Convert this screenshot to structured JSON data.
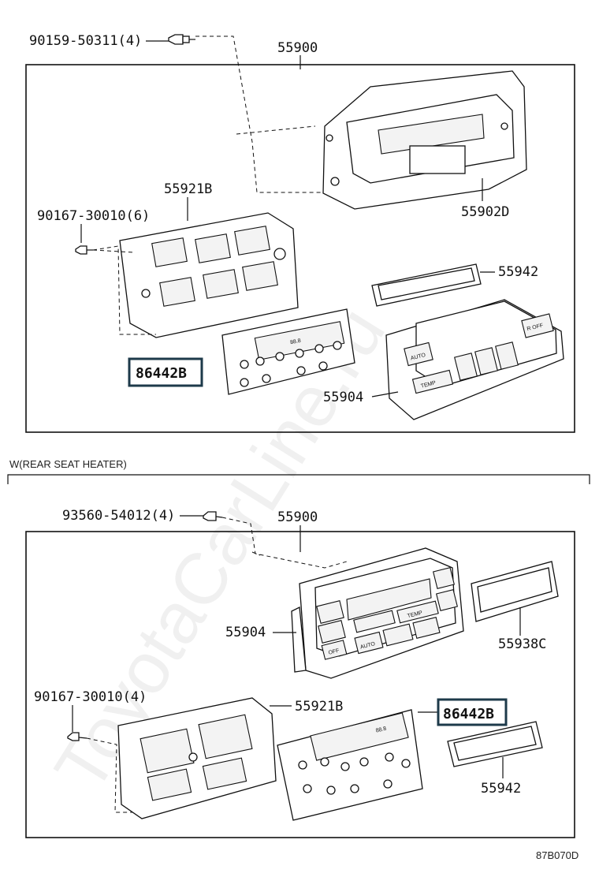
{
  "watermark": "ToyotaCarLine.ru",
  "section_label": "W(REAR SEAT HEATER)",
  "diagram_code": "87B070D",
  "top": {
    "bolt": "90159-50311(4)",
    "assembly": "55900",
    "housing": "55902D",
    "bracket": "55921B",
    "screw": "90167-30010(6)",
    "lens": "55942",
    "board": "86442B",
    "panel": "55904"
  },
  "bottom": {
    "bolt": "93560-54012(4)",
    "assembly": "55900",
    "panel": "55904",
    "lens_c": "55938C",
    "screw": "90167-30010(4)",
    "bracket": "55921B",
    "board": "86442B",
    "lens": "55942"
  },
  "panel_text": {
    "auto": "AUTO",
    "temp": "TEMP",
    "off": "OFF",
    "roff": "R OFF",
    "disp": "88.8"
  }
}
